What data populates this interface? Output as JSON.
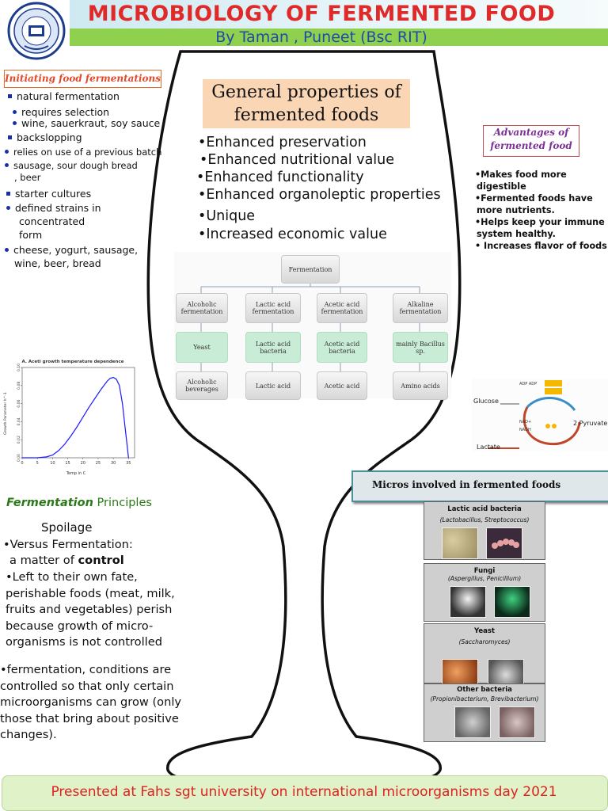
{
  "header": {
    "title": "MICROBIOLOGY OF FERMENTED FOOD",
    "subtitle": "By Taman , Puneet (Bsc RIT)",
    "logo_icon": "university-seal-icon",
    "colors": {
      "title": "#e02a2a",
      "subtitle": "#1f4aa8",
      "band": "#8fd14f"
    }
  },
  "initiating": {
    "heading": "Initiating food fermentations",
    "items": [
      "natural fermentation",
      "requires selection",
      "wine, sauerkraut, soy sauce",
      "backslopping",
      "relies on use of a previous batch",
      "sausage, sour dough bread",
      ", beer",
      "starter cultures",
      "defined strains in",
      "concentrated",
      "form",
      "cheese, yogurt, sausage,",
      "wine, beer, bread"
    ]
  },
  "general": {
    "heading_line1": "General properties of",
    "heading_line2": "fermented foods",
    "properties": [
      "•Enhanced preservation",
      "•Enhanced nutritional value",
      "•Enhanced functionality",
      "•Enhanced organoleptic properties",
      "•Unique",
      "•Increased economic value"
    ]
  },
  "advantages": {
    "heading_line1": "Advantages of",
    "heading_line2": "fermented food",
    "items": [
      "•Makes food more",
      "digestible",
      "•Fermented foods have",
      "more nutrients.",
      "•Helps keep your immune",
      "system healthy.",
      "• Increases flavor of foods."
    ]
  },
  "fermentation_tree": {
    "root": "Fermentation",
    "types": [
      "Alcoholic fermentation",
      "Lactic acid fermentation",
      "Acetic acid fermentation",
      "Alkaline fermentation"
    ],
    "organisms": [
      "Yeast",
      "Lactic acid bacteria",
      "Acetic acid bacteria",
      "mainly Bacillus sp."
    ],
    "products": [
      "Alcoholic beverages",
      "Lactic acid",
      "Acetic acid",
      "Amino acids"
    ]
  },
  "chart_data": {
    "type": "line",
    "title": "A. Aceti growth temperature dependence",
    "xlabel": "Temp in C",
    "ylabel": "Growth Parameter h^-1",
    "x_ticks": [
      0,
      5,
      10,
      15,
      20,
      25,
      30,
      35
    ],
    "y_ticks": [
      0.0,
      0.02,
      0.04,
      0.06,
      0.08,
      0.1
    ],
    "xlim": [
      0,
      37
    ],
    "ylim": [
      0,
      0.1
    ],
    "grid": false,
    "series": [
      {
        "x": [
          0,
          5,
          8,
          10,
          12,
          14,
          16,
          18,
          20,
          22,
          24,
          26,
          28,
          29,
          30,
          31,
          32,
          33,
          34,
          35
        ],
        "y": [
          0.0,
          0.0,
          0.001,
          0.003,
          0.008,
          0.015,
          0.024,
          0.034,
          0.045,
          0.056,
          0.066,
          0.076,
          0.085,
          0.088,
          0.089,
          0.087,
          0.08,
          0.06,
          0.03,
          0.0
        ]
      }
    ],
    "color": "#1a1aff"
  },
  "glycolysis": {
    "glucose": "Glucose",
    "pyruvate": "2 Pyruvate",
    "lactate": "Lactate",
    "adp": "ADP ADP",
    "nad": "NAD+",
    "nadh": "NADH"
  },
  "micros": {
    "heading": "Micros involved in fermented foods",
    "cards": [
      {
        "name": "Lactic acid bacteria",
        "genus": "(Lactobacillus, Streptococcus)"
      },
      {
        "name": "Fungi",
        "genus": "(Aspergillus, Penicillium)"
      },
      {
        "name": "Yeast",
        "genus": "(Saccharomyces)"
      },
      {
        "name": "Other bacteria",
        "genus": "(Propionibacterium, Brevibacterium)"
      }
    ]
  },
  "principles": {
    "title_italic": "Fermentation",
    "title_rest": " Principles",
    "spoilage": "Spoilage",
    "versus": "•Versus Fermentation:",
    "matter_prefix": "a matter of ",
    "matter_bold": "control",
    "left_lines": [
      "•Left   to   their   own   fate,",
      "perishable  foods  (meat,  milk,",
      "fruits  and  vegetables)  perish",
      "because    growth    of    micro-",
      "organisms is not controlled"
    ],
    "ferment_lines": [
      "•fermentation,   conditions   are",
      "controlled so that only certain",
      "microorganisms can grow (only",
      "those  that  bring  about  positive",
      "changes)."
    ]
  },
  "footer": {
    "text": "Presented at Fahs  sgt university on international microorganisms day 2021"
  }
}
